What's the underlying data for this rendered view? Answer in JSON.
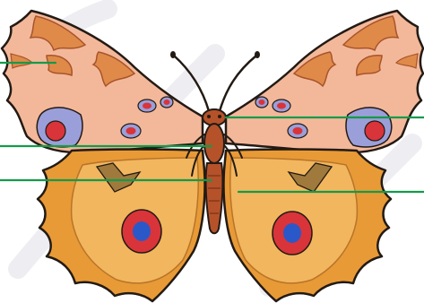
{
  "diagram": {
    "subject": "butterfly",
    "body_parts": [
      "head",
      "thorax",
      "abdomen",
      "antenna",
      "forewing",
      "hindwing"
    ],
    "label_lines": 5,
    "colors": {
      "forewing_fill": "#f3b89a",
      "forewing_markings": "#e08a4a",
      "hindwing_fill": "#f2b65e",
      "hindwing_border": "#e89a36",
      "eyespot_blue": "#2b58c8",
      "eyespot_red": "#d9343a",
      "lavender_patch": "#9b9fd9",
      "body": "#b5522a",
      "outline": "#231a14",
      "label_line": "#149a4a",
      "watermark": "#e9e9ee"
    }
  }
}
